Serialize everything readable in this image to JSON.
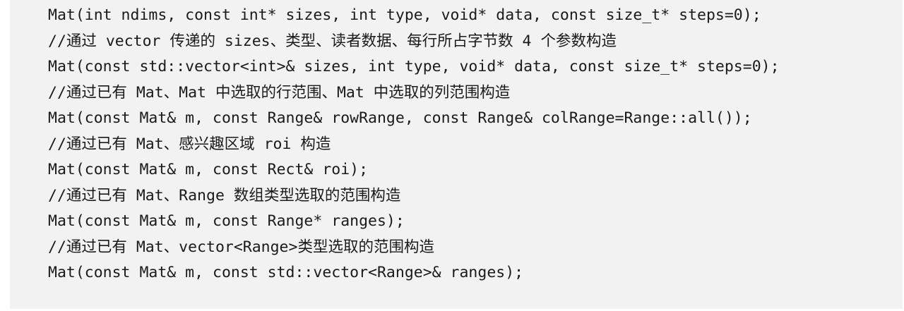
{
  "code_lines": [
    {
      "kind": "code",
      "text": "Mat(int ndims, const int* sizes, int type, void* data, const size_t* steps=0);"
    },
    {
      "kind": "comment",
      "text": "//通过 vector 传递的 sizes、类型、读者数据、每行所占字节数 4 个参数构造"
    },
    {
      "kind": "code",
      "text": "Mat(const std::vector<int>& sizes, int type, void* data, const size_t* steps=0);"
    },
    {
      "kind": "comment",
      "text": "//通过已有 Mat、Mat 中选取的行范围、Mat 中选取的列范围构造"
    },
    {
      "kind": "code",
      "text": "Mat(const Mat& m, const Range& rowRange, const Range& colRange=Range::all());"
    },
    {
      "kind": "comment",
      "text": "//通过已有 Mat、感兴趣区域 roi 构造"
    },
    {
      "kind": "code",
      "text": "Mat(const Mat& m, const Rect& roi);"
    },
    {
      "kind": "comment",
      "text": "//通过已有 Mat、Range 数组类型选取的范围构造"
    },
    {
      "kind": "code",
      "text": "Mat(const Mat& m, const Range* ranges);"
    },
    {
      "kind": "comment",
      "text": "//通过已有 Mat、vector<Range>类型选取的范围构造"
    },
    {
      "kind": "code",
      "text": "Mat(const Mat& m, const std::vector<Range>& ranges);"
    }
  ]
}
